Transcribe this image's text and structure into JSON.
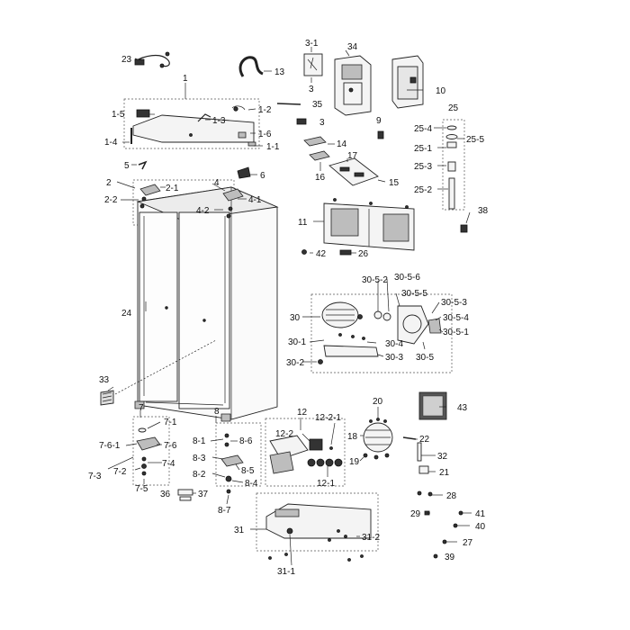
{
  "labels": {
    "l1": "1",
    "l1_1": "1-1",
    "l1_2": "1-2",
    "l1_3": "1-3",
    "l1_4": "1-4",
    "l1_5": "1-5",
    "l1_6": "1-6",
    "l2": "2",
    "l2_1": "2-1",
    "l2_2": "2-2",
    "l3": "3",
    "l3b": "3",
    "l3_1": "3-1",
    "l4": "4",
    "l4_1": "4-1",
    "l4_2": "4-2",
    "l5": "5",
    "l6": "6",
    "l7": "7",
    "l7_1": "7-1",
    "l7_2": "7-2",
    "l7_3": "7-3",
    "l7_4": "7-4",
    "l7_5": "7-5",
    "l7_6": "7-6",
    "l7_6_1": "7-6-1",
    "l8": "8",
    "l8_1": "8-1",
    "l8_2": "8-2",
    "l8_3": "8-3",
    "l8_4": "8-4",
    "l8_5": "8-5",
    "l8_6": "8-6",
    "l8_7": "8-7",
    "l9": "9",
    "l10": "10",
    "l11": "11",
    "l12": "12",
    "l12_1": "12-1",
    "l12_2": "12-2",
    "l12_2_1": "12-2-1",
    "l13": "13",
    "l14": "14",
    "l15": "15",
    "l16": "16",
    "l17": "17",
    "l18": "18",
    "l19": "19",
    "l20": "20",
    "l21": "21",
    "l22": "22",
    "l23": "23",
    "l24": "24",
    "l25": "25",
    "l25_1": "25-1",
    "l25_2": "25-2",
    "l25_3": "25-3",
    "l25_4": "25-4",
    "l25_5": "25-5",
    "l26": "26",
    "l27": "27",
    "l28": "28",
    "l29": "29",
    "l30": "30",
    "l30_1": "30-1",
    "l30_2": "30-2",
    "l30_3": "30-3",
    "l30_4": "30-4",
    "l30_5": "30-5",
    "l30_5_1": "30-5-1",
    "l30_5_2": "30-5-2",
    "l30_5_3": "30-5-3",
    "l30_5_4": "30-5-4",
    "l30_5_5": "30-5-5",
    "l30_5_6": "30-5-6",
    "l31": "31",
    "l31_1": "31-1",
    "l31_2": "31-2",
    "l32": "32",
    "l33": "33",
    "l34": "34",
    "l35": "35",
    "l36": "36",
    "l37": "37",
    "l38": "38",
    "l39": "39",
    "l40": "40",
    "l41": "41",
    "l42": "42",
    "l43": "43"
  }
}
